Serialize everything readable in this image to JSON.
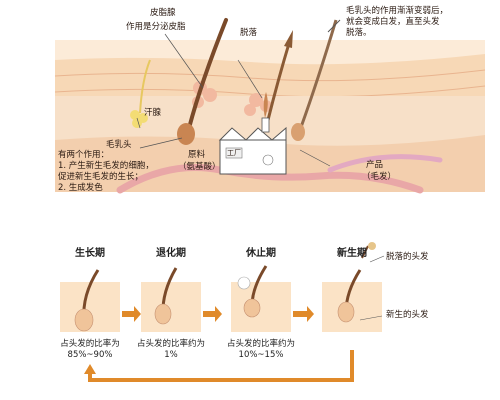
{
  "anatomy": {
    "sebaceous_gland": "皮脂腺",
    "sebaceous_function": "作用是分泌皮脂",
    "shedding": "脱落",
    "papilla_note": [
      "毛乳头的作用渐渐变弱后，",
      "就会变成白发，直至头发",
      "脱落。"
    ],
    "sweat_gland": "汗腺",
    "hair_papilla": "毛乳头",
    "two_functions": [
      "有两个作用：",
      "1. 产生新生毛发的细胞，",
      "   促进新生毛发的生长；",
      "2. 生成发色"
    ],
    "raw_material": [
      "原料",
      "（氨基酸）"
    ],
    "product": [
      "产品",
      "（毛发）"
    ],
    "factory_sign": "工厂"
  },
  "cycle": {
    "stages": [
      {
        "title": "生长期",
        "caption": [
          "占头发的比率为",
          "85%~90%"
        ]
      },
      {
        "title": "退化期",
        "caption": [
          "占头发的比率约为",
          "1%"
        ]
      },
      {
        "title": "休止期",
        "caption": [
          "占头发的比率约为",
          "10%~15%"
        ]
      },
      {
        "title": "新生期",
        "caption": []
      }
    ],
    "fallen_hair": "脱落的头发",
    "new_hair": "新生的头发"
  },
  "colors": {
    "skin": "#f7d8b6",
    "dermis": "#f3c7a8",
    "hair": "#7a4a2a",
    "arrow": "#e08a2a",
    "vessel": "#e9a7a7"
  }
}
